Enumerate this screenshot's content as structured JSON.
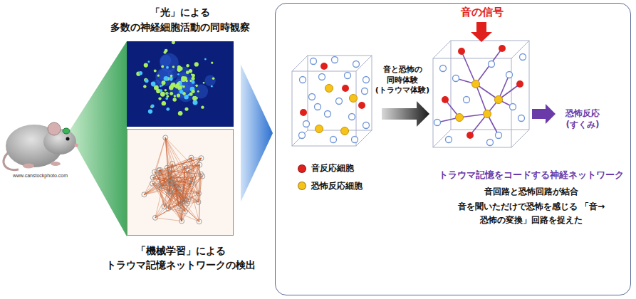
{
  "diagram": {
    "nodes": [
      {
        "text": [
          "「光」による 多数の神経細胞活動の同時観察"
        ]
      },
      {
        "text": [
          "「機械学習」による トラウマ記憶ネットワークの検出"
        ]
      },
      {
        "text": [
          "音と恐怖の 同時体験 (トラウマ体験)",
          "音の信号",
          "恐怖反応 (すくみ)",
          "トラウマ記憶をコードする神経ネットワーク",
          "音回路と恐怖回路が結合",
          "音を聞いただけで恐怖を感じる 「音→恐怖の変換」回路を捉えた"
        ]
      }
    ],
    "edges": [
      {
        "from": 0,
        "to": 2,
        "arrow": "to"
      },
      {
        "from": 1,
        "to": 2,
        "arrow": "to"
      }
    ],
    "labels": [
      "www.canstockphoto.com"
    ],
    "legend": [
      {
        "text": "音反応細胞",
        "color": "#e0201c"
      },
      {
        "text": "恐怖反応細胞",
        "color": "#f6c31a"
      }
    ]
  }
}
